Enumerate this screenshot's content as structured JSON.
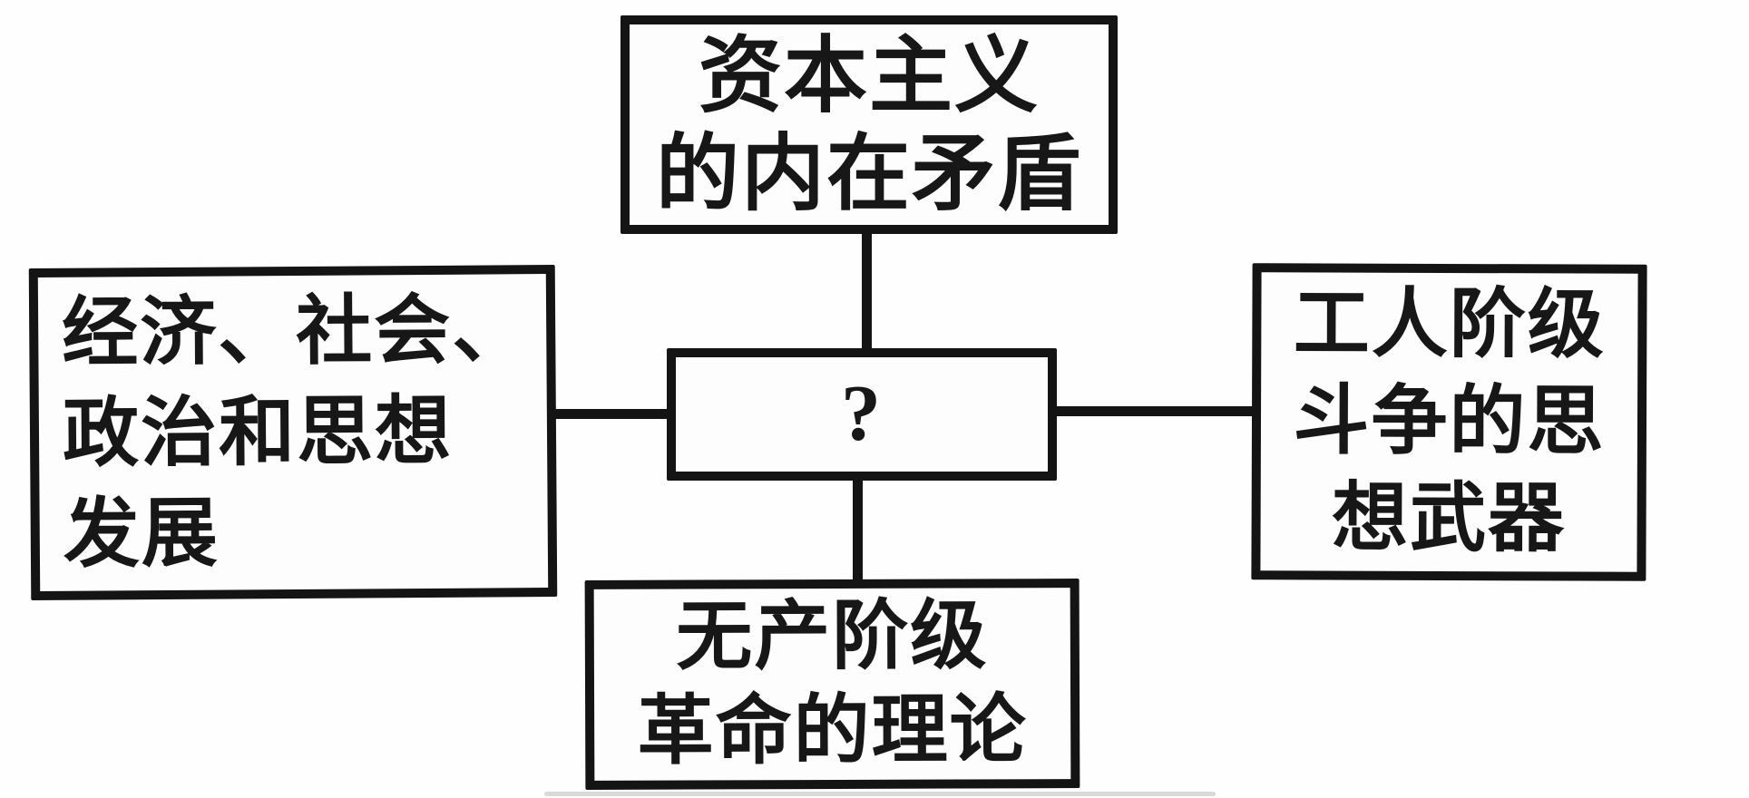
{
  "diagram": {
    "background_color": "#fefefe",
    "line_color": "#141414",
    "text_color": "#171717",
    "nodes": {
      "top": {
        "id": "capitalism-inner-contradictions",
        "lines": [
          "资本主义",
          "的内在矛盾"
        ]
      },
      "left": {
        "id": "economic-social-political-ideological-development",
        "lines": [
          "经济、社会、",
          "政治和思想",
          "发展"
        ]
      },
      "center": {
        "id": "unknown-concept",
        "lines": [
          "?"
        ]
      },
      "right": {
        "id": "ideological-weapon-of-working-class-struggle",
        "lines": [
          "工人阶级",
          "斗争的思",
          "想武器"
        ]
      },
      "bottom": {
        "id": "theory-of-proletarian-revolution",
        "lines": [
          "无产阶级",
          "革命的理论"
        ]
      }
    },
    "edges": [
      {
        "from": "center",
        "to": "top"
      },
      {
        "from": "center",
        "to": "left"
      },
      {
        "from": "center",
        "to": "right"
      },
      {
        "from": "center",
        "to": "bottom"
      }
    ]
  }
}
